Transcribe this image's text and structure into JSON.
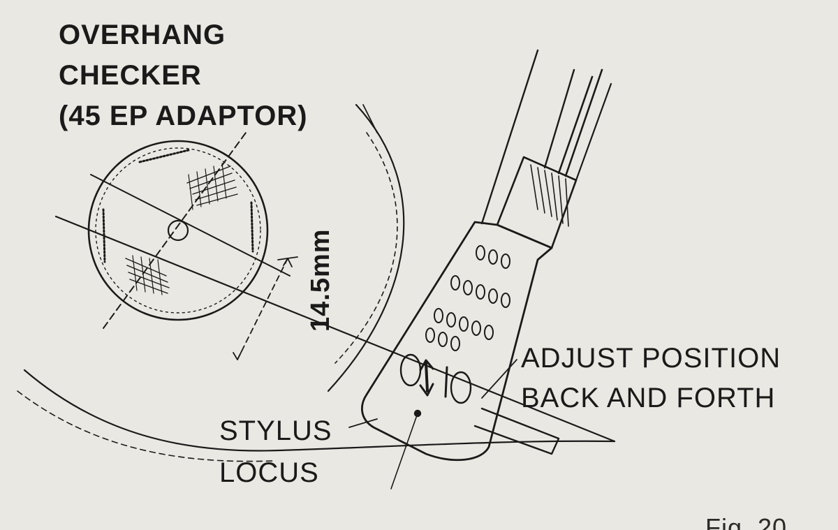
{
  "title": {
    "line1": "OVERHANG",
    "line2": "CHECKER",
    "line3": "(45 EP ADAPTOR)"
  },
  "dimension_label": "14.5mm",
  "adjust_label": {
    "line1": "ADJUST POSITION",
    "line2": "BACK AND FORTH"
  },
  "stylus_label": {
    "line1": "STYLUS",
    "line2": "LOCUS"
  },
  "figure_fragment": "Fig. 20",
  "colors": {
    "ink": "#1a1a1a",
    "paper": "#e9e8e2"
  }
}
